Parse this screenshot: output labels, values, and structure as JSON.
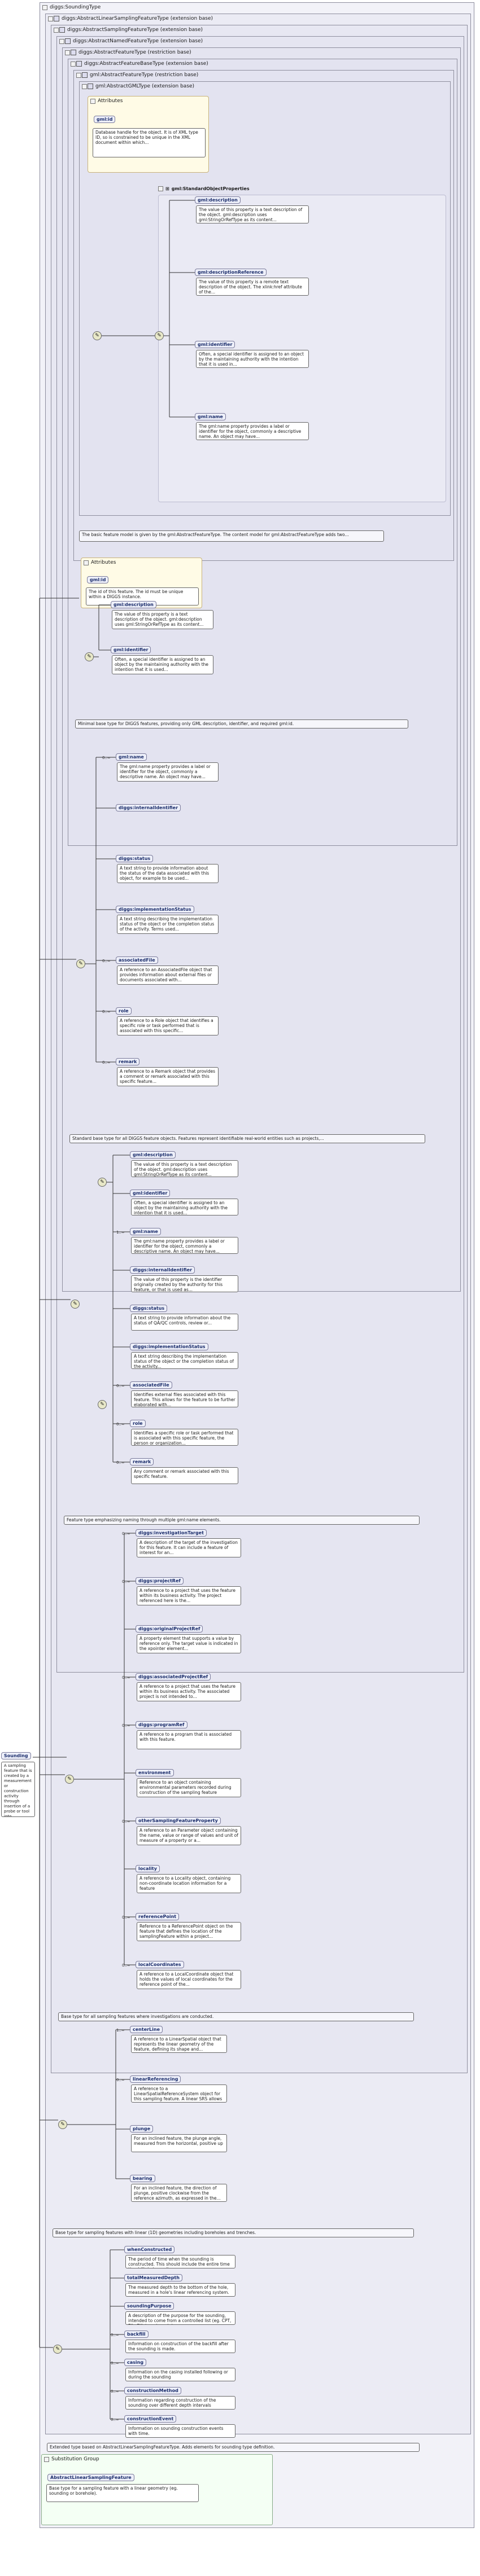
{
  "root": {
    "label": "Sounding",
    "description": "A sampling feature that is created by a measurement or construction activity through insertion of a probe or tool into..."
  },
  "types": [
    {
      "name": "diggs:SoundingType"
    },
    {
      "name": "diggs:AbstractLinearSamplingFeatureType (extension base)"
    },
    {
      "name": "diggs:AbstractSamplingFeatureType (extension base)"
    },
    {
      "name": "diggs:AbstractNamedFeatureType (extension base)"
    },
    {
      "name": "diggs:AbstractFeatureType (restriction base)"
    },
    {
      "name": "diggs:AbstractFeatureBaseType (extension base)"
    },
    {
      "name": "gml:AbstractFeatureType (restriction base)"
    },
    {
      "name": "gml:AbstractGMLType (extension base)"
    }
  ],
  "gml_attrs": {
    "title": "Attributes",
    "id_label": "gml:id",
    "id_desc": "Database handle for the object. It is of XML type ID, so is constrained to be unique in the XML document within which..."
  },
  "gml_props_group": "gml:StandardObjectProperties",
  "gml_props": [
    {
      "name": "gml:description",
      "desc": "The value of this property is a text description of the object. gml:description uses gml:StringOrRefType as its content..."
    },
    {
      "name": "gml:descriptionReference",
      "desc": "The value of this property is a remote text description of the object. The xlink:href attribute of the..."
    },
    {
      "name": "gml:identifier",
      "desc": "Often, a special identifier is assigned to an object by the maintaining authority with the intention that it is used in..."
    },
    {
      "name": "gml:name",
      "desc": "The gml:name property provides a label or identifier for the object, commonly a descriptive name. An object may have..."
    }
  ],
  "notes": {
    "feature_base": "The basic feature model is given by the gml:AbstractFeatureType. The content model for gml:AbstractFeatureType adds two...",
    "minimal_base": "Minimal base type for DIGGS features, providing only GML description, identifier, and required gml:id.",
    "standard_base": "Standard base type for all DIGGS feature objects. Features represent identifiable real-world entities such as projects,...",
    "named_feature": "Feature type emphasizing naming through multiple gml:name elements.",
    "sampling_base": "Base type for all sampling features where investigations are conducted.",
    "linear_base": "Base type for sampling features with linear (1D) geometries including boreholes and trenches.",
    "extended": "Extended type based on AbstractLinearSamplingFeatureType. Adds elements for sounding type definition."
  },
  "diggs_attrs": {
    "title": "Attributes",
    "id_label": "gml:id",
    "id_desc": "The id of this feature. The id must be unique within a DIGGS instance."
  },
  "feature_type_elems": [
    {
      "name": "gml:description",
      "desc": "The value of this property is a text description of the object. gml:description uses gml:StringOrRefType as its content..."
    },
    {
      "name": "gml:identifier",
      "desc": "Often, a special identifier is assigned to an object by the maintaining authority with the intention that it is used..."
    }
  ],
  "base_type_elems": [
    {
      "name": "gml:name",
      "card": "0..∞",
      "desc": "The gml:name property provides a label or identifier for the object, commonly a descriptive name. An object may have..."
    },
    {
      "name": "diggs:internalIdentifier",
      "card": "",
      "desc": ""
    },
    {
      "name": "diggs:status",
      "card": "",
      "desc": "A text string to provide information about the status of the data associated with this object, for example to be used..."
    },
    {
      "name": "diggs:implementationStatus",
      "card": "",
      "desc": "A text string describing the implementation status of the object or the completion status of the activity. Terms used..."
    },
    {
      "name": "associatedFile",
      "card": "0..∞",
      "desc": "A reference to an AssociatedFile object that provides information about external files or documents associated with..."
    },
    {
      "name": "role",
      "card": "0..∞",
      "desc": "A reference to a Role object that identifies a specific role or task performed that is associated with this specific..."
    },
    {
      "name": "remark",
      "card": "0..∞",
      "desc": "A reference to a Remark object that provides a comment or remark associated with this specific feature..."
    }
  ],
  "named_elems": [
    {
      "name": "gml:description",
      "card": "",
      "desc": "The value of this property is a text description of the object. gml:description uses gml:StringOrRefType as its content..."
    },
    {
      "name": "gml:identifier",
      "card": "",
      "desc": "Often, a special identifier is assigned to an object by the maintaining authority with the intention that it is used..."
    },
    {
      "name": "gml:name",
      "card": "1..∞",
      "desc": "The gml:name property provides a label or identifier for the object, commonly a descriptive name. An object may have..."
    },
    {
      "name": "diggs:internalIdentifier",
      "card": "",
      "desc": "The value of this property is the identifier originally created by the authority for this feature, or that is used as..."
    },
    {
      "name": "diggs:status",
      "card": "",
      "desc": "A text string to provide information about the status of QA/QC controls, review or..."
    },
    {
      "name": "diggs:implementationStatus",
      "card": "",
      "desc": "A text string describing the implementation status of the object or the completion status of the activity..."
    },
    {
      "name": "associatedFile",
      "card": "0..∞",
      "desc": "Identifies external files associated with this feature. This allows for the feature to be further elaborated with..."
    },
    {
      "name": "role",
      "card": "0..∞",
      "desc": "Identifies a specific role or task performed that is associated with this specific feature, the person or organization..."
    },
    {
      "name": "remark",
      "card": "0..∞",
      "desc": "Any comment or remark associated with this specific feature."
    }
  ],
  "sampling_elems": [
    {
      "name": "diggs:investigationTarget",
      "card": "0..∞",
      "desc": "A description of the target of the investigation for this feature. It can include a feature of interest for an..."
    },
    {
      "name": "diggs:projectRef",
      "card": "0..∞",
      "desc": "A reference to a project that uses the feature within its business activity. The project referenced here is the..."
    },
    {
      "name": "diggs:originalProjectRef",
      "card": "",
      "desc": "A property element that supports a value by reference only. The target value is indicated in the xpointer element..."
    },
    {
      "name": "diggs:associatedProjectRef",
      "card": "0..∞",
      "desc": "A reference to a project that uses the feature within its business activity. The associated project is not intended to..."
    },
    {
      "name": "diggs:programRef",
      "card": "0..∞",
      "desc": "A reference to a program that is associated with this feature."
    },
    {
      "name": "environment",
      "card": "",
      "desc": "Reference to an object containing environmental parameters recorded during construction of the sampling feature"
    },
    {
      "name": "otherSamplingFeatureProperty",
      "card": "0..∞",
      "desc": "A reference to an Parameter object containing the name, value or range of values and unit of measure of a property or a..."
    },
    {
      "name": "locality",
      "card": "",
      "desc": "A reference to a Locality object, containing non-coordinate location information for a feature"
    },
    {
      "name": "referencePoint",
      "card": "0..∞",
      "desc": "Reference to a ReferencePoint object on the feature that defines the location of the samplingFeature within a project..."
    },
    {
      "name": "localCoordinates",
      "card": "0..∞",
      "desc": "A reference to a LocalCoordinate object that holds the values of local coordinates for the reference point of the..."
    }
  ],
  "linear_elems": [
    {
      "name": "centerLine",
      "card": "1..∞",
      "desc": "A reference to a LinearSpatial object that represents the linear geometry of the feature, defining its shape and..."
    },
    {
      "name": "linearReferencing",
      "card": "0..∞",
      "desc": "A reference to a LinearSpatialReferenceSystem object for this sampling feature. A linear SRS allows other objects to..."
    },
    {
      "name": "plunge",
      "card": "",
      "desc": "For an inclined feature, the plunge angle, measured from the horizontal, positive up"
    },
    {
      "name": "bearing",
      "card": "",
      "desc": "For an inclined feature, the direction of plunge, positive clockwise from the reference azimuth, as expressed in the..."
    }
  ],
  "sounding_elems": [
    {
      "name": "whenConstructed",
      "card": "",
      "desc": "The period of time when the sounding is constructed. This should include the entire time the drill rig is on site..."
    },
    {
      "name": "totalMeasuredDepth",
      "card": "",
      "desc": "The measured depth to the bottom of the hole, measured in a hole's linear referencing system."
    },
    {
      "name": "soundingPurpose",
      "card": "",
      "desc": "A description of the purpose for the sounding, intended to come from a controlled list (eg. CPT, Pile Dilatometer, etc)."
    },
    {
      "name": "backfill",
      "card": "0..∞",
      "desc": "Information on construction of the backfill after the sounding is made."
    },
    {
      "name": "casing",
      "card": "0..∞",
      "desc": "Information on the casing installed following or during the sounding"
    },
    {
      "name": "constructionMethod",
      "card": "0..∞",
      "desc": "Information regarding construction of the sounding over different depth intervals"
    },
    {
      "name": "constructionEvent",
      "card": "0..∞",
      "desc": "Information on sounding construction events with time."
    }
  ],
  "substitution": {
    "title": "Substitution Group",
    "name": "AbstractLinearSamplingFeature",
    "desc": "Base type for a sampling feature with a linear geometry (eg. sounding or borehole)."
  }
}
